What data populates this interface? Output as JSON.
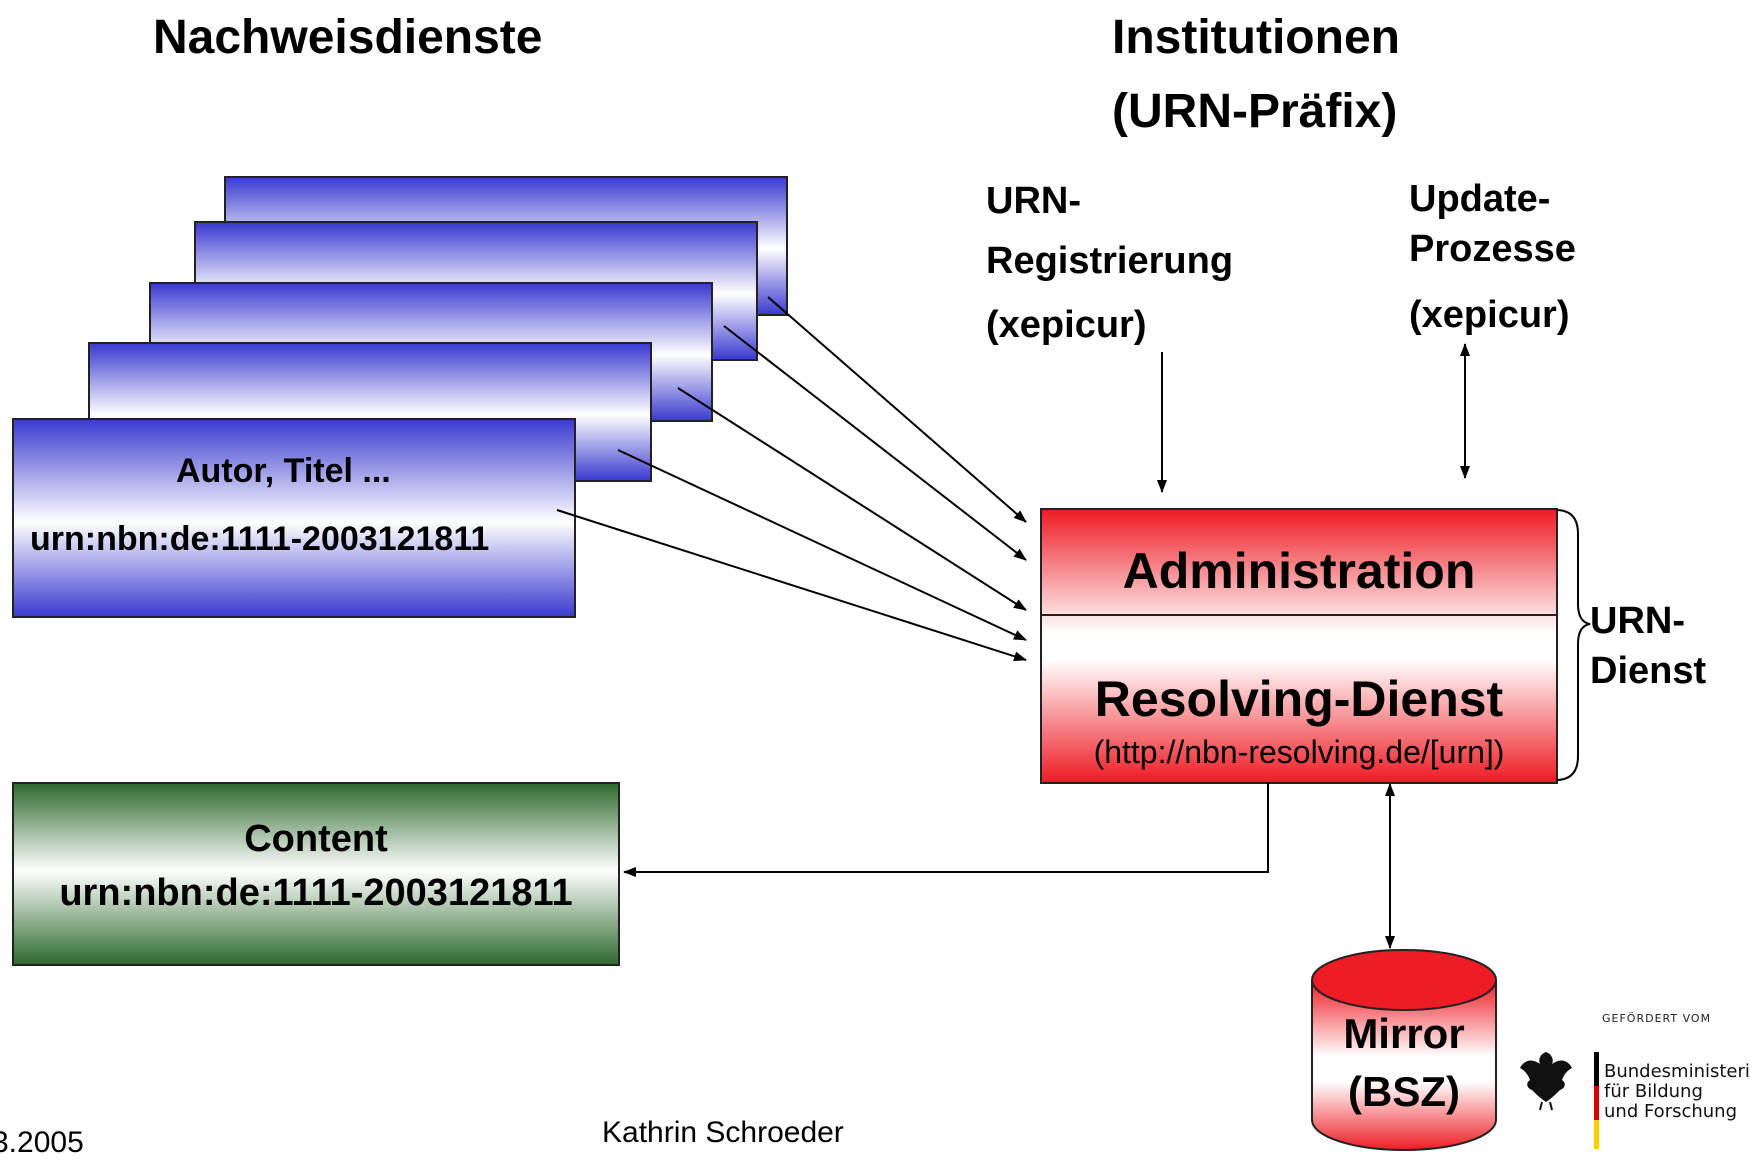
{
  "headings": {
    "left": "Nachweisdienste",
    "right_line1": "Institutionen",
    "right_line2": "(URN-Präfix)"
  },
  "labels": {
    "registration_line1": "URN-",
    "registration_line2": "Registrierung",
    "registration_line3": "(xepicur)",
    "update_line1": "Update-",
    "update_line2": "Prozesse",
    "update_line3": "(xepicur)",
    "urn_service_line1": "URN-",
    "urn_service_line2": "Dienst"
  },
  "record_card": {
    "line1": "Autor, Titel ...",
    "line2": "urn:nbn:de:1111-2003121811"
  },
  "service_box": {
    "admin": "Administration",
    "resolving": "Resolving-Dienst",
    "url": "(http://nbn-resolving.de/[urn])"
  },
  "content_box": {
    "line1": "Content",
    "line2": "urn:nbn:de:1111-2003121811"
  },
  "mirror": {
    "line1": "Mirror",
    "line2": "(BSZ)"
  },
  "footer": {
    "date": "3.2005",
    "author": "Kathrin Schroeder"
  },
  "logo": {
    "small_caption": "GEFÖRDERT VOM",
    "line1": "Bundesministeri",
    "line2": "für Bildung",
    "line3": "und Forschung"
  },
  "colors": {
    "card_blue": "#3b3bd1",
    "service_red": "#ee1c24",
    "content_green": "#2f6b2f",
    "mirror_red": "#ee1c24"
  }
}
